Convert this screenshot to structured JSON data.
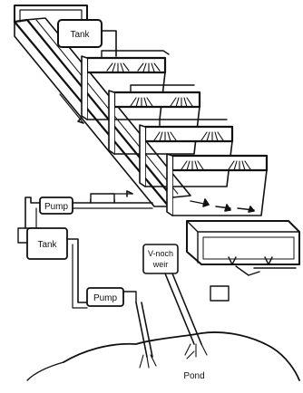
{
  "labels": {
    "tank_top": "Tank",
    "pump_upper": "Pump",
    "tank_lower": "Tank",
    "pump_lower": "Pump",
    "vnotch_line1": "V-noch",
    "vnotch_line2": "weir",
    "pond": "Pond"
  },
  "colors": {
    "ink": "#111111",
    "paper": "#ffffff"
  }
}
